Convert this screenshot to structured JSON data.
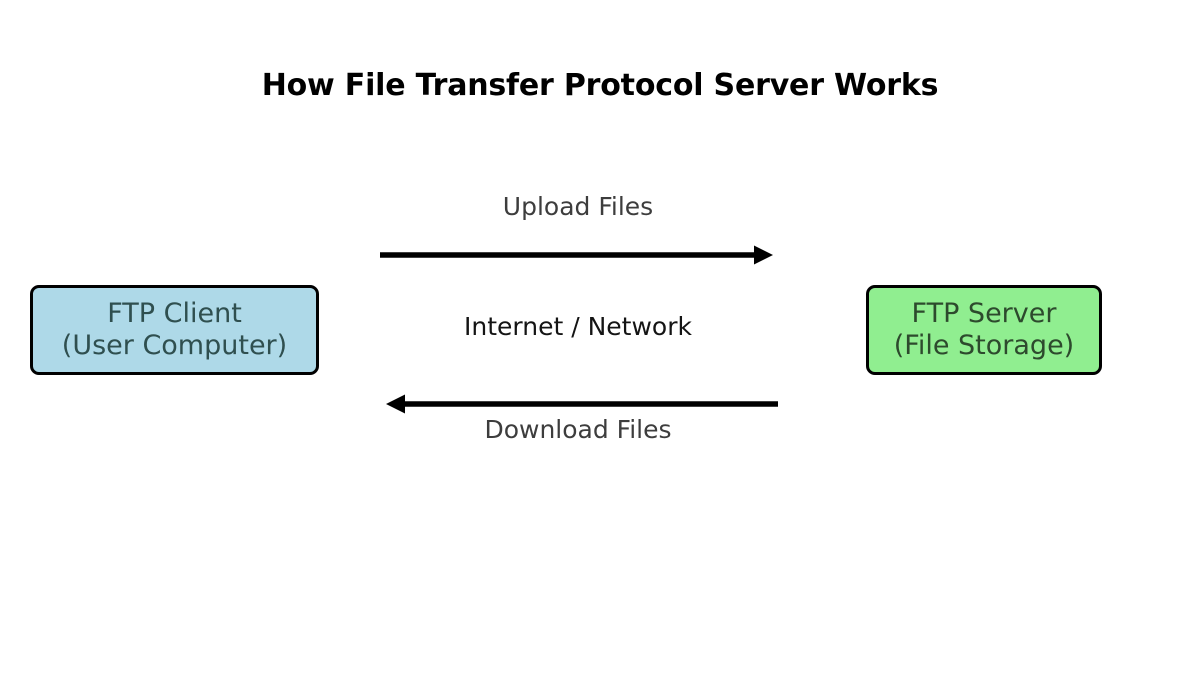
{
  "diagram": {
    "title": "How File Transfer Protocol Server Works",
    "background_color": "#ffffff",
    "type": "flow-diagram",
    "nodes": [
      {
        "id": "ftp-client",
        "line1": "FTP Client",
        "line2": "(User Computer)",
        "fill_color": "#aed9e8",
        "border_color": "#000000",
        "text_color": "#2f4f4f"
      },
      {
        "id": "ftp-server",
        "line1": "FTP Server",
        "line2": "(File Storage)",
        "fill_color": "#90ee90",
        "border_color": "#000000",
        "text_color": "#2d4a2d"
      }
    ],
    "edges": [
      {
        "id": "upload",
        "label": "Upload Files",
        "direction": "client-to-server",
        "arrow_color": "#000000",
        "label_color": "#3d3d3d"
      },
      {
        "id": "network",
        "label": "Internet / Network",
        "direction": "none",
        "label_color": "#141414"
      },
      {
        "id": "download",
        "label": "Download Files",
        "direction": "server-to-client",
        "arrow_color": "#000000",
        "label_color": "#3d3d3d"
      }
    ]
  }
}
